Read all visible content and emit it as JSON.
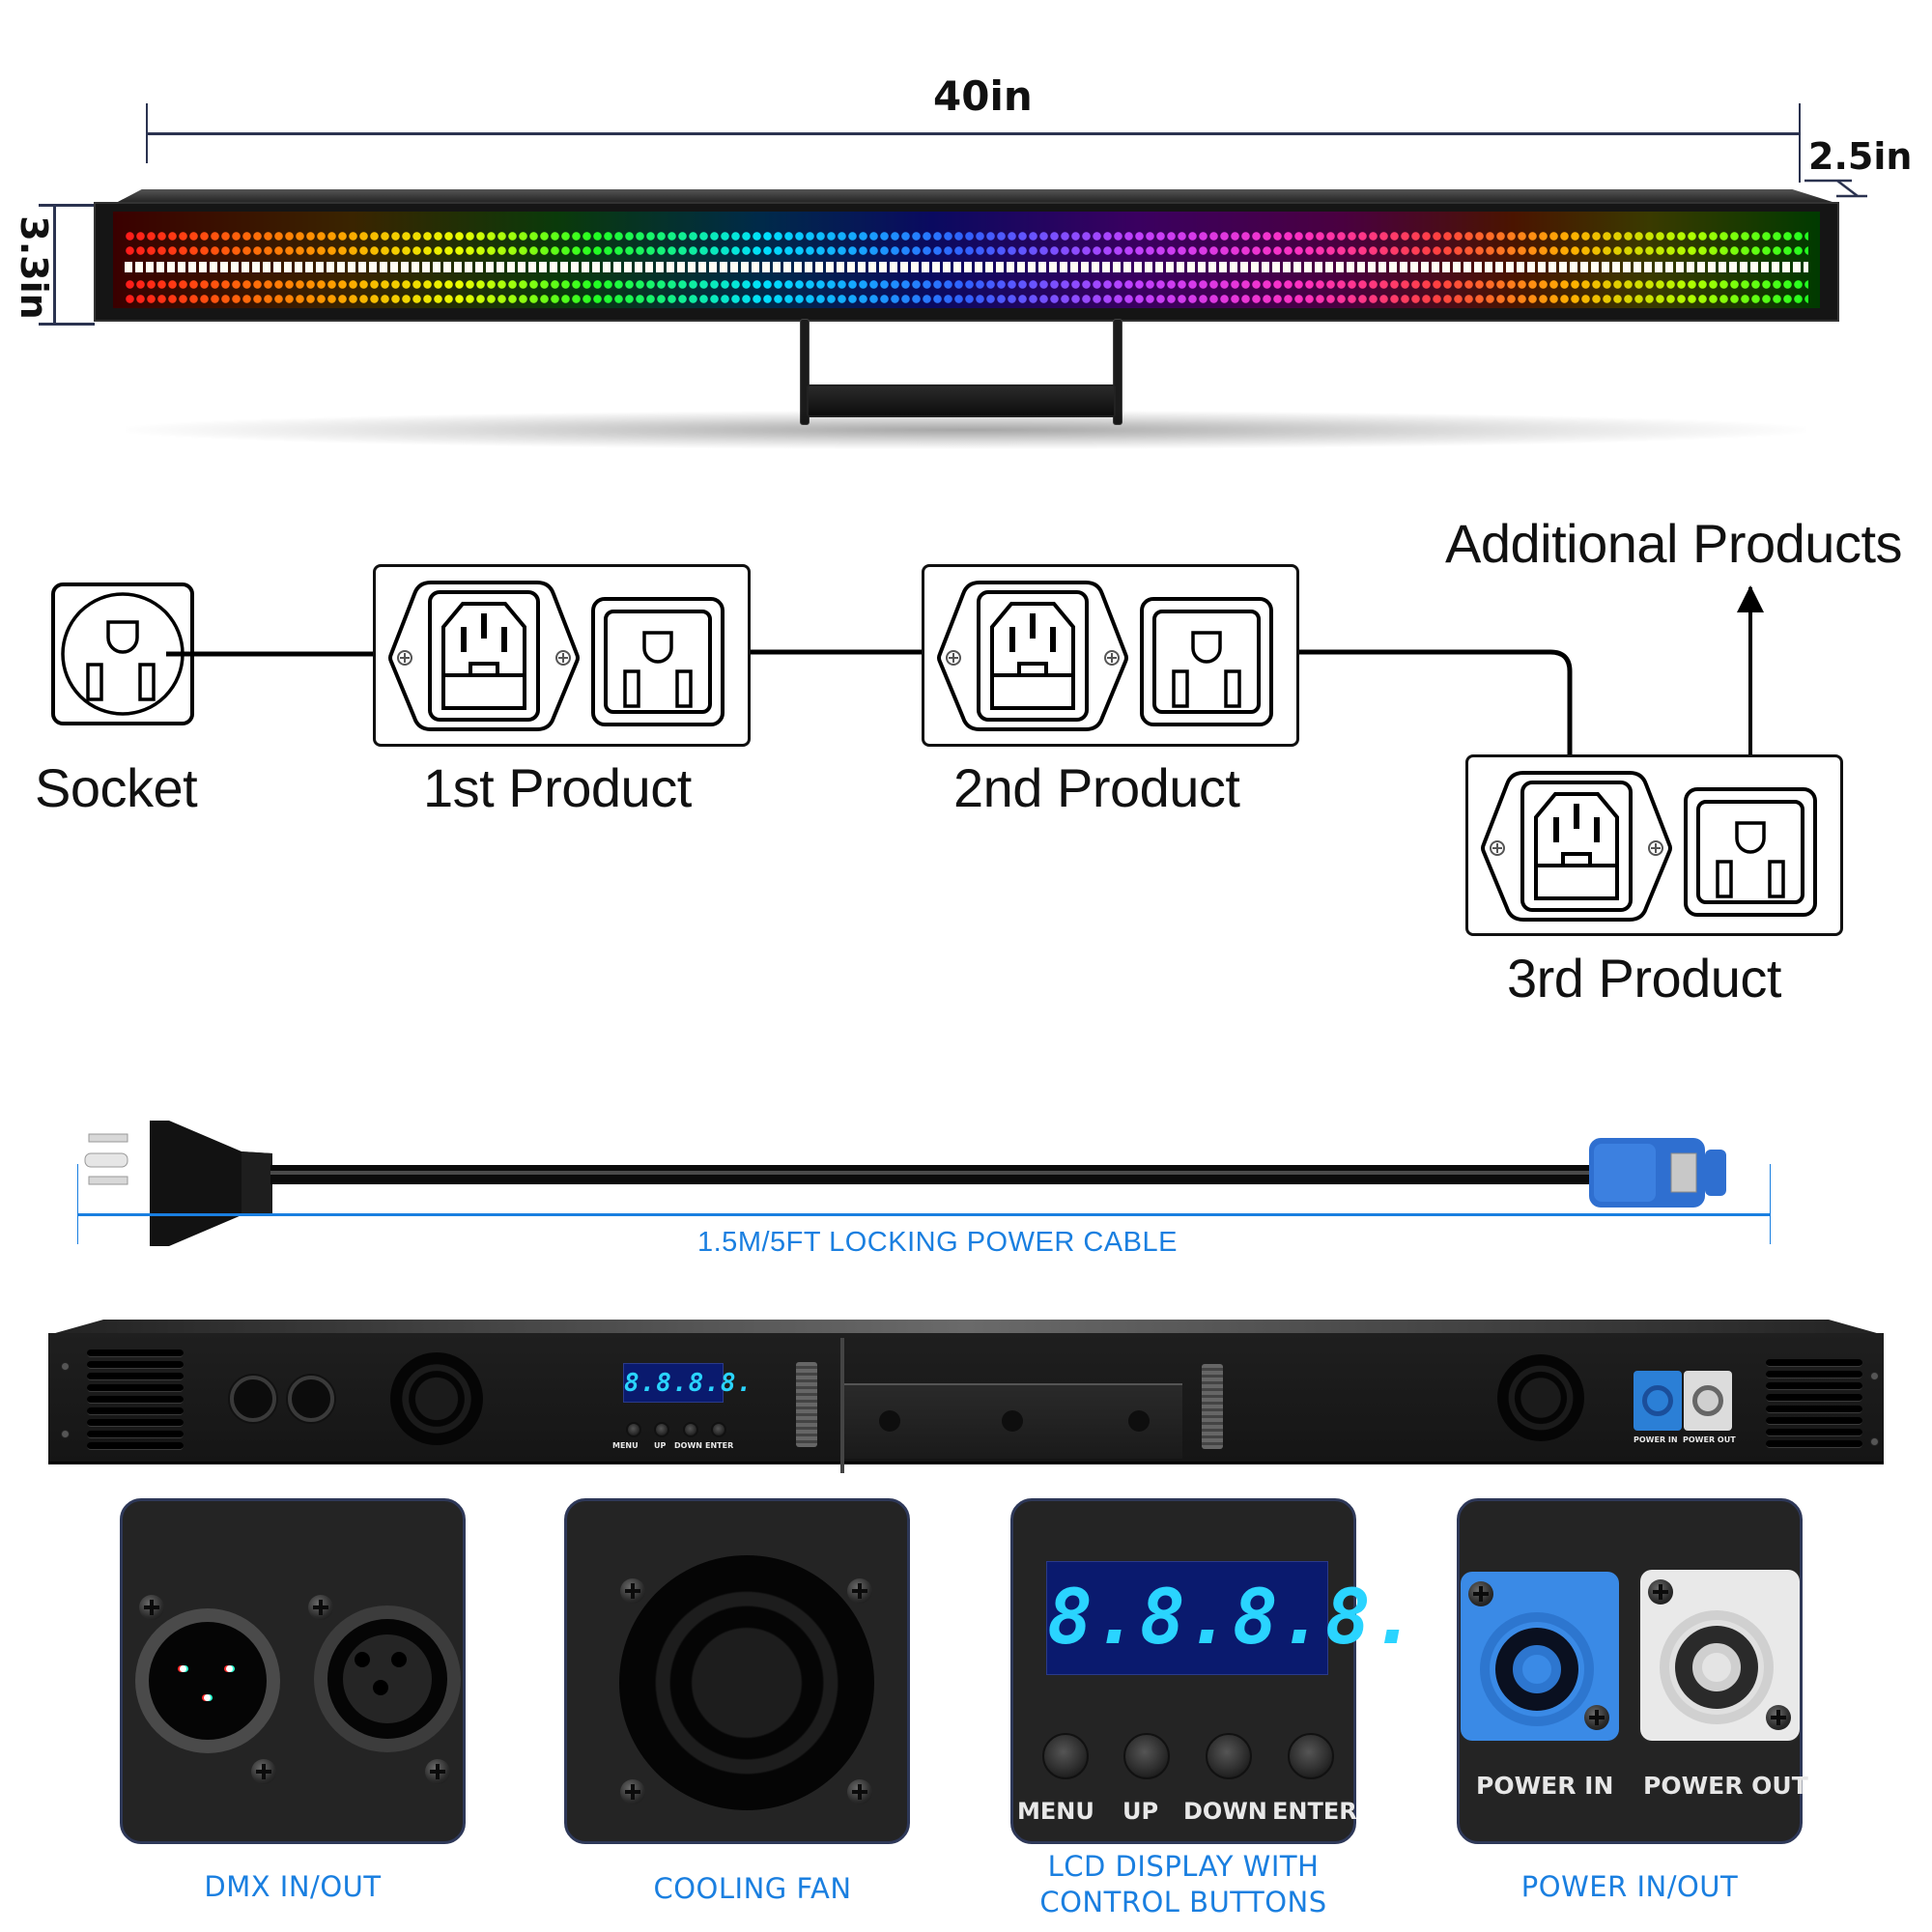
{
  "dimensions": {
    "length": "40in",
    "depth": "2.5in",
    "height": "3.3in"
  },
  "light_bar": {
    "led_rows": [
      "rgb",
      "rgb",
      "white",
      "rgb",
      "rgb"
    ],
    "colors": {
      "spectrum": [
        "#ff1a1a",
        "#ff9a00",
        "#e8ff00",
        "#22ff22",
        "#00e0ff",
        "#3060ff",
        "#c040ff",
        "#ff30c0",
        "#ff4040",
        "#ffb000",
        "#b0ff00",
        "#20ff20"
      ],
      "white": "#fffdf4"
    }
  },
  "wiring_diagram": {
    "socket_label": "Socket",
    "products": [
      {
        "label": "1st Product"
      },
      {
        "label": "2nd Product"
      },
      {
        "label": "3rd Product"
      }
    ],
    "additional_label": "Additional Products"
  },
  "cable": {
    "label": "1.5M/5FT LOCKING POWER CABLE",
    "connector_color": "#2f6fd0"
  },
  "rear_panel": {
    "lcd_text": "8.8.8.8.",
    "buttons": [
      "MENU",
      "UP",
      "DOWN",
      "ENTER"
    ],
    "power_in_label": "POWER IN",
    "power_out_label": "POWER OUT"
  },
  "details": [
    {
      "caption": "DMX IN/OUT"
    },
    {
      "caption": "COOLING FAN"
    },
    {
      "caption_line1": "LCD DISPLAY WITH",
      "caption_line2": "CONTROL BUTTONS",
      "lcd_text": "8.8.8.8.",
      "buttons": [
        "MENU",
        "UP",
        "DOWN",
        "ENTER"
      ]
    },
    {
      "caption": "POWER IN/OUT",
      "labels": [
        "POWER IN",
        "POWER OUT"
      ]
    }
  ],
  "accent_color": "#1a7fe0",
  "card_border_color": "#2e3858"
}
